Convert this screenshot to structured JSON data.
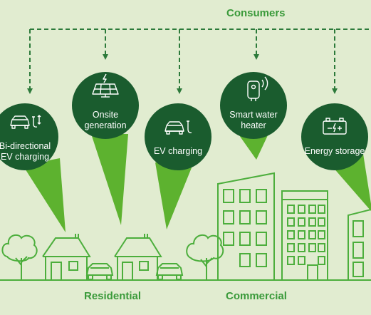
{
  "header": {
    "consumers_label": "Consumers"
  },
  "footer": {
    "residential_label": "Residential",
    "commercial_label": "Commercial"
  },
  "colors": {
    "background": "#e1ecd0",
    "circle": "#1a5c2e",
    "pin": "#5db22f",
    "line_art": "#4cae3c",
    "label": "#3a9a3a",
    "dashed": "#2c7a3a"
  },
  "consumers": [
    {
      "lines": [
        "Bi-directional",
        "EV charging"
      ],
      "icon": "bidirectional-ev-charging-icon"
    },
    {
      "lines": [
        "Onsite",
        "generation"
      ],
      "icon": "solar-panel-icon"
    },
    {
      "lines": [
        "EV charging"
      ],
      "icon": "ev-charging-icon"
    },
    {
      "lines": [
        "Smart water",
        "heater"
      ],
      "icon": "smart-water-heater-icon"
    },
    {
      "lines": [
        "Energy storage"
      ],
      "icon": "battery-icon"
    }
  ]
}
